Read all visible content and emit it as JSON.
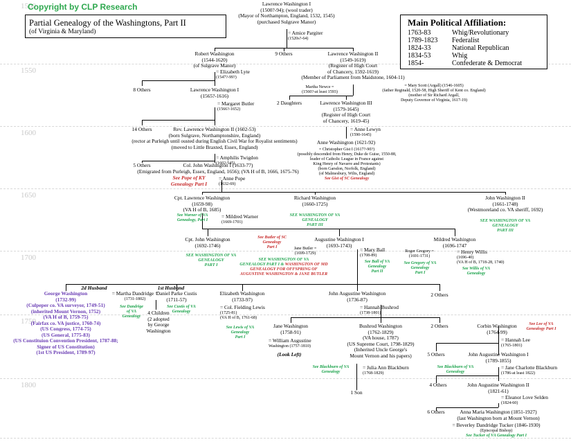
{
  "header": {
    "copyright": "Copyright by CLP Research",
    "title": "Partial Genealogy of the Washingtons, Part II",
    "subtitle": "(of Virginia & Maryland)"
  },
  "legend": {
    "title": "Main Political Affiliation:",
    "rows": [
      {
        "period": "1763-83",
        "party": "Whig/Revolutionary"
      },
      {
        "period": "1789-1823",
        "party": "Federalist"
      },
      {
        "period": "1824-33",
        "party": "National Republican"
      },
      {
        "period": "1834-53",
        "party": "Whig"
      },
      {
        "period": "1854-",
        "party": "Confederate & Democrat"
      }
    ]
  },
  "years": [
    "1550",
    "1600",
    "1650",
    "1700",
    "1750",
    "1800"
  ],
  "people": {
    "lawrence_i": {
      "l1": "Lawrence Washington I",
      "l2": "(1500?-94); (wool trader)",
      "l3": "(Mayor of Northampton, England, 1532, 1545)",
      "l4": "(purchased Sulgrave Manor)"
    },
    "amice": {
      "l1": "= Amice Pargiter",
      "l2": "(1520s?-64)"
    },
    "robert": {
      "l1": "Robert Washington",
      "l2": "(1544-1620)",
      "l3": "(of Sulgrave Manor)"
    },
    "elizabeth_lyte": {
      "l1": "= Elizabeth Lyte",
      "l2": "(1547?-99?)"
    },
    "nine_others": {
      "l1": "9 Others"
    },
    "lawrence_ii": {
      "l1": "Lawrence Washington II",
      "l2": "(1549-1619)",
      "l3": "(Register of High Court",
      "l4": "of Chancery, 1592-1619)",
      "l5": "(Member of Parliament from Maidstone, 1604-11)"
    },
    "martha_newce": {
      "l1": "Martha Newce =",
      "l2": "(1560?-at least 1593)"
    },
    "mary_scott": {
      "l1": "= Mary Scott (Argall) (1546-1605)",
      "l2": "(father Reginald, 1520-58, High Sheriff of Kent co. England)",
      "l3": "(mother of Sir Richard Argall,",
      "l4": "Deputy Governor of Virginia, 1617-19)"
    },
    "eight_others": {
      "l1": "8 Others"
    },
    "lawrence_i_b": {
      "l1": "Lawrence Washington I",
      "l2": "(1565?-1616)"
    },
    "margaret_butler": {
      "l1": "= Margaret Butler",
      "l2": "(1566?-1652)"
    },
    "two_daughters": {
      "l1": "2 Daughters"
    },
    "lawrence_iii": {
      "l1": "Lawrence Washington III",
      "l2": "(1579-1645)",
      "l3": "(Register of High Court",
      "l4": "of Chancery, 1619-45)"
    },
    "anne_lewyn": {
      "l1": "= Anne Lewyn",
      "l2": "(1590-1645)"
    },
    "fourteen_others": {
      "l1": "14 Others"
    },
    "rev_lawrence": {
      "l1": "Rev. Lawrence Washington II (1602-53)",
      "l2": "(born Sulgrave, Northamptonshire, England)",
      "l3": "(rector at Purleigh until ousted during English Civil War for Royalist sentiments)",
      "l4": "(moved to Little Braxted, Essex, England)"
    },
    "amphilis": {
      "l1": "= Amphilis Twigdon",
      "l2": "(1602-545)"
    },
    "anne_1621": {
      "l1": "Anne Washington (1621-92)"
    },
    "gist": {
      "l1": "= Christopher Gist I (1617?-90?)",
      "l2": "(possibly descended from Henry, Duke de Guise, 1550-88,",
      "l3": "leader of Catholic League in France against",
      "l4": "King Henry of Navarre and Protestants)",
      "l5": "(born Garsdon, Norfolk, England)",
      "l6": "(of Malmesbury, Wilts, England)",
      "see": "See Gist of SC Genealogy"
    },
    "five_others_a": {
      "l1": "5 Others"
    },
    "col_john": {
      "l1": "Col. John Washington I (1633-77)",
      "l2": "(Emigrated from Purleigh, Essex, England, 1656); (VA H of B, 1666, 1675-76)"
    },
    "pope_ky": {
      "l1": "See Pope of KY",
      "l2": "Genealogy Part I"
    },
    "anne_pope": {
      "l1": "= Anne Pope",
      "l2": "(1632-69)"
    },
    "cpt_lawrence": {
      "l1": "Cpt. Lawrence Washington",
      "l2": "(1659-98)",
      "l3": "(VA H of B, 1685)"
    },
    "warner_see": {
      "l1": "See Warner of VA",
      "l2": "Genealogy, Part I"
    },
    "mildred_warner": {
      "l1": "= Mildred Warner",
      "l2": "(1669-1701)"
    },
    "richard": {
      "l1": "Richard Washington",
      "l2": "(1660-1725)"
    },
    "richard_see": {
      "l1": "SEE WASHINGTON OF VA",
      "l2": "GENEALOGY",
      "l3": "PART III"
    },
    "john_1661": {
      "l1": "John Washington II",
      "l2": "(1661-1748)",
      "l3": "(Westmoreland co. VA sheriff, 1692)"
    },
    "john_1661_see": {
      "l1": "SEE WASHINGTON OF VA",
      "l2": "GENEALOGY",
      "l3": "PART III"
    },
    "cpt_john": {
      "l1": "Cpt. John Washington",
      "l2": "(1692-1746)"
    },
    "cpt_john_see": {
      "l1": "SEE WASHINGTON OF VA",
      "l2": "GENEALOGY",
      "l3": "PART I"
    },
    "butler_sc": {
      "l1": "See Butler of  SC",
      "l2": "Genealogy",
      "l3": "Part I"
    },
    "jane_butler": {
      "l1": "Jane Butler =",
      "l2": "(1699-1729)"
    },
    "augustine": {
      "l1": "Augustine Washington I",
      "l2": "(1693-1743)"
    },
    "mary_ball": {
      "l1": "= Mary Ball",
      "l2": "(1708-89)"
    },
    "mary_ball_see": {
      "l1": "See Ball of VA",
      "l2": "Genealogy",
      "l3": "Part II"
    },
    "aug_see": {
      "l1": "SEE WASHINGTON OF VA",
      "l2a": "GENEALOGY PART I & ",
      "l2b": "WASHINGTON OF MD",
      "l3": "GENEALOGY FOR OFFSPRING OF",
      "l4": "AUGUSTINE WASHINGTON & JANE BUTLER"
    },
    "mildred": {
      "l1": "Mildred Washington",
      "l2": "(1696-1747"
    },
    "roger_gregory": {
      "l1": "Roger Gregory =",
      "l2": "(1691-1731)"
    },
    "gregory_see": {
      "l1": "See Gregory of VA",
      "l2": "Genealogy",
      "l3": "Part I"
    },
    "henry_willis": {
      "l1": "= Henry Willis",
      "l2": "(1696-40)",
      "l3": "(VA H of B, 1718-28, 1740)"
    },
    "willis_see": {
      "l1": "See Willis of VA",
      "l2": "Genealogy"
    },
    "second_husband": {
      "l1": "2d Husband"
    },
    "first_husband": {
      "l1": "1st Husband"
    },
    "george": {
      "l1": "George Washington",
      "l2": "(1732-99)",
      "l3": "(Culpeper co. VA surveyor, 1749-51)",
      "l4": "(inherited Mount Vernon, 1752)",
      "l5": "(VA H of B, 1759-75)",
      "l6": "(Fairfax co. VA justice, 1760-74)",
      "l7": "(US Congress, 1774-75)",
      "l8": "(US General, 1775-83)",
      "l9": "(US Constituion Convention President, 1787-88;",
      "l10": "Signer of US Constitution)",
      "l11": "(1st US President, 1789-97)"
    },
    "martha": {
      "l1": "= Martha Dandridge =",
      "l2": "(1731-1802)"
    },
    "dandridge_see": {
      "l1": "See Dandrige",
      "l2": "of VA",
      "l3": "Genealogy"
    },
    "daniel_custis": {
      "l1": "Daniel Parke Custis",
      "l2": "(1711-57)"
    },
    "custis_see": {
      "l1": "See Custis of VA",
      "l2": "Genealogy"
    },
    "four_children": {
      "l1": "4 Children",
      "l2": "(2 adopted",
      "l3": "by George",
      "l4": "Washington"
    },
    "elizabeth": {
      "l1": "Elizabeth Washington",
      "l2": "(1733-97)"
    },
    "fielding_lewis": {
      "l1": "= Col. Fielding Lewis",
      "l2": "(1725-81)",
      "l3": "(VA H of B, 1761-68)"
    },
    "lewis_see": {
      "l1": "See Lewis of VA",
      "l2": "Genealogy",
      "l3": "Part I"
    },
    "john_augustine": {
      "l1": "John Augustine Washington",
      "l2": "(1736-87)"
    },
    "hannah_bushrod": {
      "l1": "= Hannah Bushrod",
      "l2": "(1738-1801)"
    },
    "two_others": {
      "l1": "2 Others"
    },
    "jane_1758": {
      "l1": "Jane Washington",
      "l2": "(1758-91)"
    },
    "william_augustine": {
      "l1": "= William Augustine",
      "l2": "Washington (1757-1810)"
    },
    "look_left": {
      "l1": "(Look Left)"
    },
    "bushrod": {
      "l1": "Bushrod Washington",
      "l2": "(1762-1829)",
      "l3": "(VA house, 1787)",
      "l4": "(US Supreme Court, 1798-1829)",
      "l5": "(Inherited Uncle George's",
      "l6": "Mount Vernon and his papers)"
    },
    "blackburn_see": {
      "l1": "See Blackburn of VA",
      "l2": "Genealogy"
    },
    "julia_blackburn": {
      "l1": "= Julia Ann Blackburn",
      "l2": "(1768-1829)"
    },
    "one_son": {
      "l1": "1 Son"
    },
    "two_others_b": {
      "l1": "2 Others"
    },
    "corbin": {
      "l1": "Corbin Washington",
      "l2": "(1764-99)"
    },
    "lee_see": {
      "l1": "See Lee of VA",
      "l2": "Genealogy Part I"
    },
    "hannah_lee": {
      "l1": "= Hannah Lee",
      "l2": "(1765-1801)"
    },
    "five_others_b": {
      "l1": "5 Others"
    },
    "john_aug_i": {
      "l1": "John Augustine Washington I",
      "l2": "(1789-1855)"
    },
    "blackburn_see_b": {
      "l1": "See Blackburn of VA",
      "l2": "Genealogy"
    },
    "jane_charlotte": {
      "l1": "= Jane Charlotte Blackburn",
      "l2": "(1786-at least 1822)"
    },
    "four_others": {
      "l1": "4 Others"
    },
    "john_aug_ii": {
      "l1": "John Augustine Washington II",
      "l2": "(1821-61)"
    },
    "eleanor_selden": {
      "l1": "= Eleanor Love Selden",
      "l2": "(1824-60)"
    },
    "six_others": {
      "l1": "6 Others"
    },
    "anna_maria": {
      "l1": "Anna Maria Washington (1851-1927)",
      "l2": "(last Washington born at Mount Vernon)"
    },
    "beverley_tucker": {
      "l1": "= Beverley Dandridge Tucker (1846-1930)",
      "l2": "(Episcopal Bishop)",
      "see": "See Tucker of VA Genealogy Part I"
    }
  }
}
